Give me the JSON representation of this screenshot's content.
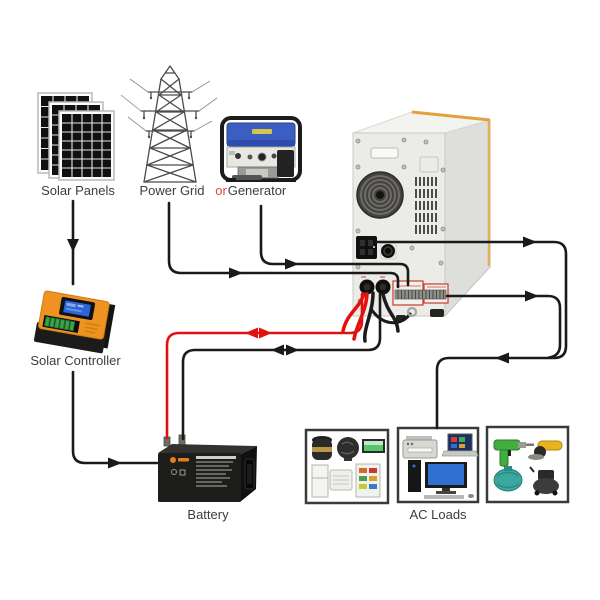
{
  "diagram": {
    "background": "#ffffff",
    "labels": {
      "solar_panels": "Solar Panels",
      "power_grid": "Power Grid",
      "or": "or",
      "generator": "Generator",
      "solar_controller": "Solar Controller",
      "battery": "Battery",
      "ac_loads": "AC Loads"
    },
    "colors": {
      "wire_black": "#1a1a1a",
      "wire_red": "#e01210",
      "or_text": "#e04a3f",
      "label_text": "#3d3d3d",
      "loads_box_border": "#3a3a3a",
      "controller_orange": "#ee9321",
      "inverter_trim": "#e2a23b",
      "terminal_outline": "#cc3b2a",
      "generator_blue": "#3a5ec2"
    },
    "device_icons": [
      "solar-panels-icon",
      "power-grid-tower-icon",
      "generator-icon",
      "inverter-icon",
      "solar-controller-icon",
      "battery-icon"
    ],
    "ac_loads_icons": [
      "pressure-cooker",
      "electric-fan",
      "television",
      "refrigerator",
      "air-conditioner",
      "stocked-fridge",
      "fax-printer",
      "laptop",
      "desktop-computer",
      "power-drill",
      "angle-grinder",
      "water-pump",
      "air-compressor"
    ],
    "connections": [
      {
        "from": "Solar Panels",
        "to": "Solar Controller",
        "wire": "black",
        "direction": "one-way"
      },
      {
        "from": "Solar Controller",
        "to": "Battery",
        "wire": "black",
        "direction": "one-way"
      },
      {
        "from": "Power Grid",
        "to": "Inverter AC input",
        "wire": "black",
        "direction": "one-way"
      },
      {
        "from": "Generator",
        "to": "Inverter AC input",
        "wire": "black",
        "direction": "one-way"
      },
      {
        "from": "Battery",
        "to": "Inverter",
        "wire": "red",
        "direction": "two-way"
      },
      {
        "from": "Battery",
        "to": "Inverter",
        "wire": "black",
        "direction": "two-way"
      },
      {
        "from": "Inverter AC output",
        "to": "AC Loads",
        "wire": "black",
        "direction": "one-way"
      }
    ]
  }
}
